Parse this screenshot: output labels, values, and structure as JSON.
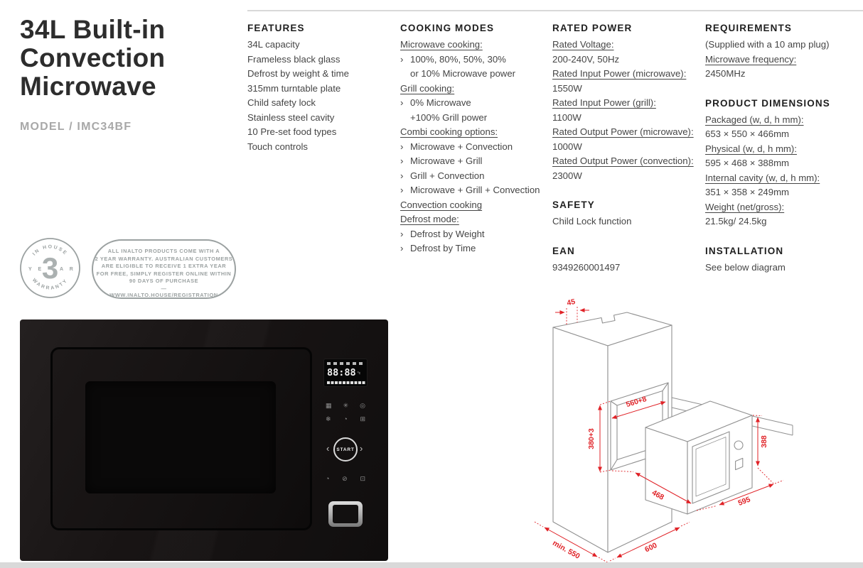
{
  "colors": {
    "red": "#e02227",
    "dline": "#909090",
    "badge": "#9ba1a1",
    "title": "#2d2d2d",
    "model": "#a8a8a8",
    "text": "#454545",
    "head": "#1f1f1f",
    "rule": "#d9d9d9"
  },
  "header": {
    "title_lines": [
      "34L Built-in",
      "Convection",
      "Microwave"
    ],
    "model": "MODEL / IMC34BF"
  },
  "warranty": {
    "circle": {
      "arc_top": "IN HOUSE",
      "left": "Y E",
      "number": "3",
      "right": "A R",
      "arc_bottom": "WARRANTY"
    },
    "pill": {
      "lines": [
        "ALL INALTO PRODUCTS COME WITH A",
        "2 YEAR WARRANTY. AUSTRALIAN CUSTOMERS",
        "ARE ELIGIBLE TO RECEIVE 1 EXTRA YEAR",
        "FOR FREE, SIMPLY REGISTER ONLINE WITHIN",
        "90 DAYS OF PURCHASE"
      ],
      "separator": "—",
      "url": "WWW.INALTO.HOUSE/REGISTRATION"
    }
  },
  "specs": {
    "bullet_char": "›",
    "columns": [
      {
        "sections": [
          {
            "heading": "FEATURES",
            "entries": [
              {
                "style": "plain",
                "text": "34L capacity"
              },
              {
                "style": "plain",
                "text": "Frameless black glass"
              },
              {
                "style": "plain",
                "text": "Defrost by weight & time"
              },
              {
                "style": "plain",
                "text": "315mm turntable plate"
              },
              {
                "style": "plain",
                "text": "Child safety lock"
              },
              {
                "style": "plain",
                "text": "Stainless steel cavity"
              },
              {
                "style": "plain",
                "text": "10 Pre-set food types"
              },
              {
                "style": "plain",
                "text": "Touch controls"
              }
            ]
          }
        ]
      },
      {
        "sections": [
          {
            "heading": "COOKING MODES",
            "entries": [
              {
                "style": "underline",
                "text": "Microwave cooking:"
              },
              {
                "style": "bullet",
                "text": "100%, 80%, 50%, 30%"
              },
              {
                "style": "indent",
                "text": "or 10% Microwave power"
              },
              {
                "style": "underline",
                "text": "Grill cooking:"
              },
              {
                "style": "bullet",
                "text": "0% Microwave"
              },
              {
                "style": "indent",
                "text": "+100% Grill power"
              },
              {
                "style": "underline",
                "text": "Combi cooking options:"
              },
              {
                "style": "bullet",
                "text": "Microwave + Convection"
              },
              {
                "style": "bullet",
                "text": "Microwave + Grill"
              },
              {
                "style": "bullet",
                "text": "Grill + Convection"
              },
              {
                "style": "bullet",
                "text": "Microwave + Grill + Convection"
              },
              {
                "style": "underline",
                "text": "Convection cooking"
              },
              {
                "style": "underline",
                "text": "Defrost mode:"
              },
              {
                "style": "bullet",
                "text": "Defrost by Weight"
              },
              {
                "style": "bullet",
                "text": "Defrost by Time"
              }
            ]
          }
        ]
      },
      {
        "sections": [
          {
            "heading": "RATED POWER",
            "entries": [
              {
                "style": "underline",
                "text": "Rated Voltage:"
              },
              {
                "style": "plain",
                "text": "200-240V, 50Hz"
              },
              {
                "style": "underline",
                "text": "Rated Input Power (microwave):"
              },
              {
                "style": "plain",
                "text": "1550W"
              },
              {
                "style": "underline",
                "text": "Rated Input Power (grill):"
              },
              {
                "style": "plain",
                "text": "1100W"
              },
              {
                "style": "underline",
                "text": "Rated Output Power (microwave):"
              },
              {
                "style": "plain",
                "text": "1000W"
              },
              {
                "style": "underline",
                "text": "Rated Output Power (convection):"
              },
              {
                "style": "plain",
                "text": "2300W"
              }
            ]
          },
          {
            "heading": "SAFETY",
            "entries": [
              {
                "style": "plain",
                "text": "Child Lock function"
              }
            ]
          },
          {
            "heading": "EAN",
            "entries": [
              {
                "style": "plain",
                "text": "9349260001497"
              }
            ]
          }
        ]
      },
      {
        "sections": [
          {
            "heading": "REQUIREMENTS",
            "entries": [
              {
                "style": "plain",
                "text": "(Supplied with a 10 amp plug)"
              },
              {
                "style": "underline",
                "text": "Microwave frequency:"
              },
              {
                "style": "plain",
                "text": "2450MHz"
              }
            ]
          },
          {
            "heading": "PRODUCT DIMENSIONS",
            "entries": [
              {
                "style": "underline",
                "text": "Packaged (w, d, h mm):"
              },
              {
                "style": "plain",
                "text": "653 × 550 × 466mm"
              },
              {
                "style": "underline",
                "text": "Physical (w, d, h mm):"
              },
              {
                "style": "plain",
                "text": "595 × 468 × 388mm"
              },
              {
                "style": "underline",
                "text": "Internal cavity (w, d, h mm):"
              },
              {
                "style": "plain",
                "text": "351 × 358 × 249mm"
              },
              {
                "style": "underline",
                "text": "Weight (net/gross):"
              },
              {
                "style": "plain",
                "text": "21.5kg/ 24.5kg"
              }
            ]
          },
          {
            "heading": "INSTALLATION",
            "entries": [
              {
                "style": "plain",
                "text": "See below diagram"
              }
            ]
          }
        ]
      }
    ]
  },
  "product_panel": {
    "display_time": "88:88",
    "degree_label": "°c",
    "start_label": "START",
    "nav_left": "‹",
    "nav_right": "›",
    "icons_row1": [
      {
        "name": "grill-icon",
        "glyph": "▦"
      },
      {
        "name": "convection-icon",
        "glyph": "✳"
      },
      {
        "name": "microwave-icon",
        "glyph": "◎"
      }
    ],
    "icons_row2": [
      {
        "name": "defrost-icon",
        "glyph": "❄"
      },
      {
        "name": "timer-icon",
        "glyph": "◔"
      },
      {
        "name": "auto-menu-icon",
        "glyph": "⊞"
      }
    ],
    "icons_row3": [
      {
        "name": "clock-icon",
        "glyph": "◔"
      },
      {
        "name": "stop-icon",
        "glyph": "⊘"
      },
      {
        "name": "child-lock-icon",
        "glyph": "⊡"
      }
    ]
  },
  "diagram": {
    "labels": {
      "top_clearance": "45",
      "opening_width": "560+8",
      "opening_height": "380+3",
      "unit_depth": "468",
      "unit_width": "595",
      "unit_height": "388",
      "min_cabinet_depth": "min. 550",
      "cabinet_width": "600"
    }
  }
}
